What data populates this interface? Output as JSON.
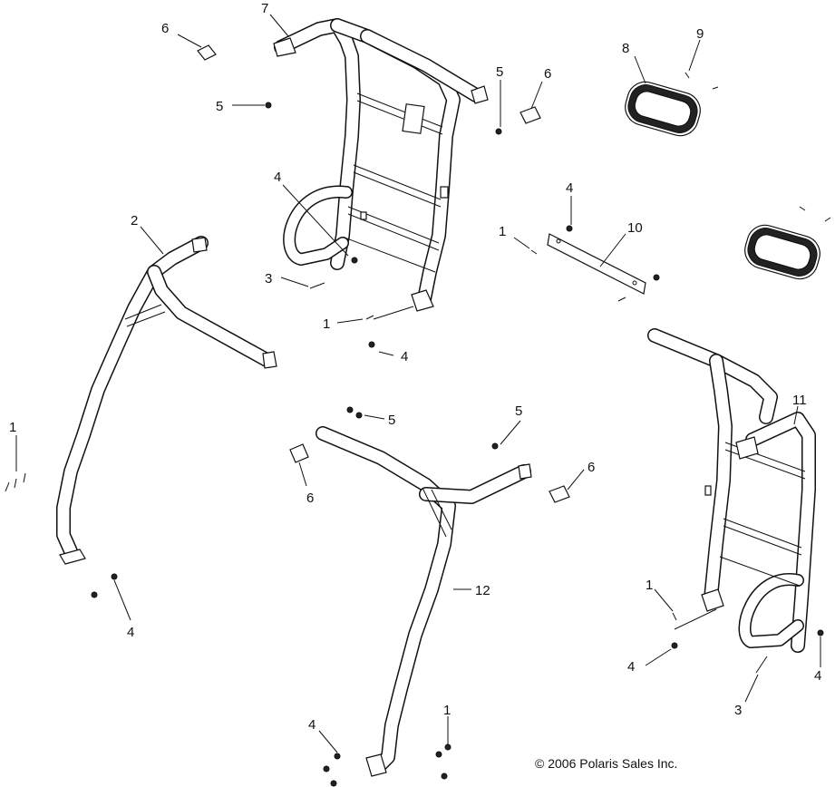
{
  "diagram": {
    "callouts": {
      "c1a": "1",
      "c1b": "1",
      "c1c": "1",
      "c1d": "1",
      "c1e": "1",
      "c2": "2",
      "c3a": "3",
      "c3b": "3",
      "c4a": "4",
      "c4b": "4",
      "c4c": "4",
      "c4d": "4",
      "c4e": "4",
      "c4f": "4",
      "c4g": "4",
      "c5a": "5",
      "c5b": "5",
      "c5c": "5",
      "c5d": "5",
      "c6a": "6",
      "c6b": "6",
      "c6c": "6",
      "c6d": "6",
      "c7": "7",
      "c8": "8",
      "c9": "9",
      "c10": "10",
      "c11": "11",
      "c12": "12"
    },
    "copyright": "© 2006 Polaris Sales Inc.",
    "colors": {
      "line": "#111111",
      "background": "#ffffff"
    }
  }
}
